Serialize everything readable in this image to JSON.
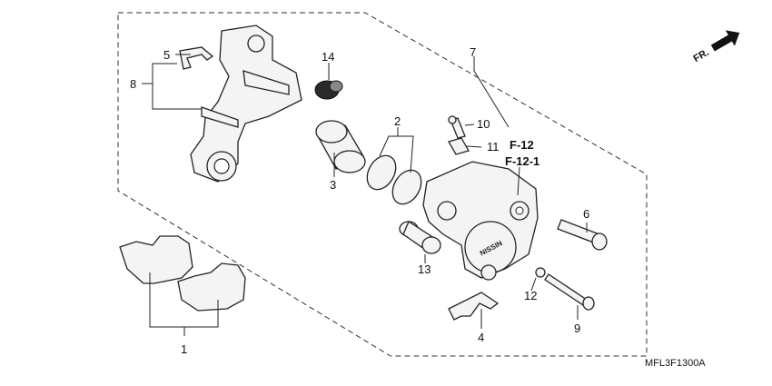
{
  "diagram": {
    "code": "MFL3F1300A",
    "direction_label": "FR.",
    "refs": [
      "F-12",
      "F-12-1"
    ],
    "callouts": [
      "1",
      "2",
      "3",
      "4",
      "5",
      "6",
      "7",
      "8",
      "9",
      "10",
      "11",
      "12",
      "13",
      "14"
    ],
    "caliper_logo": "NISSIN"
  }
}
